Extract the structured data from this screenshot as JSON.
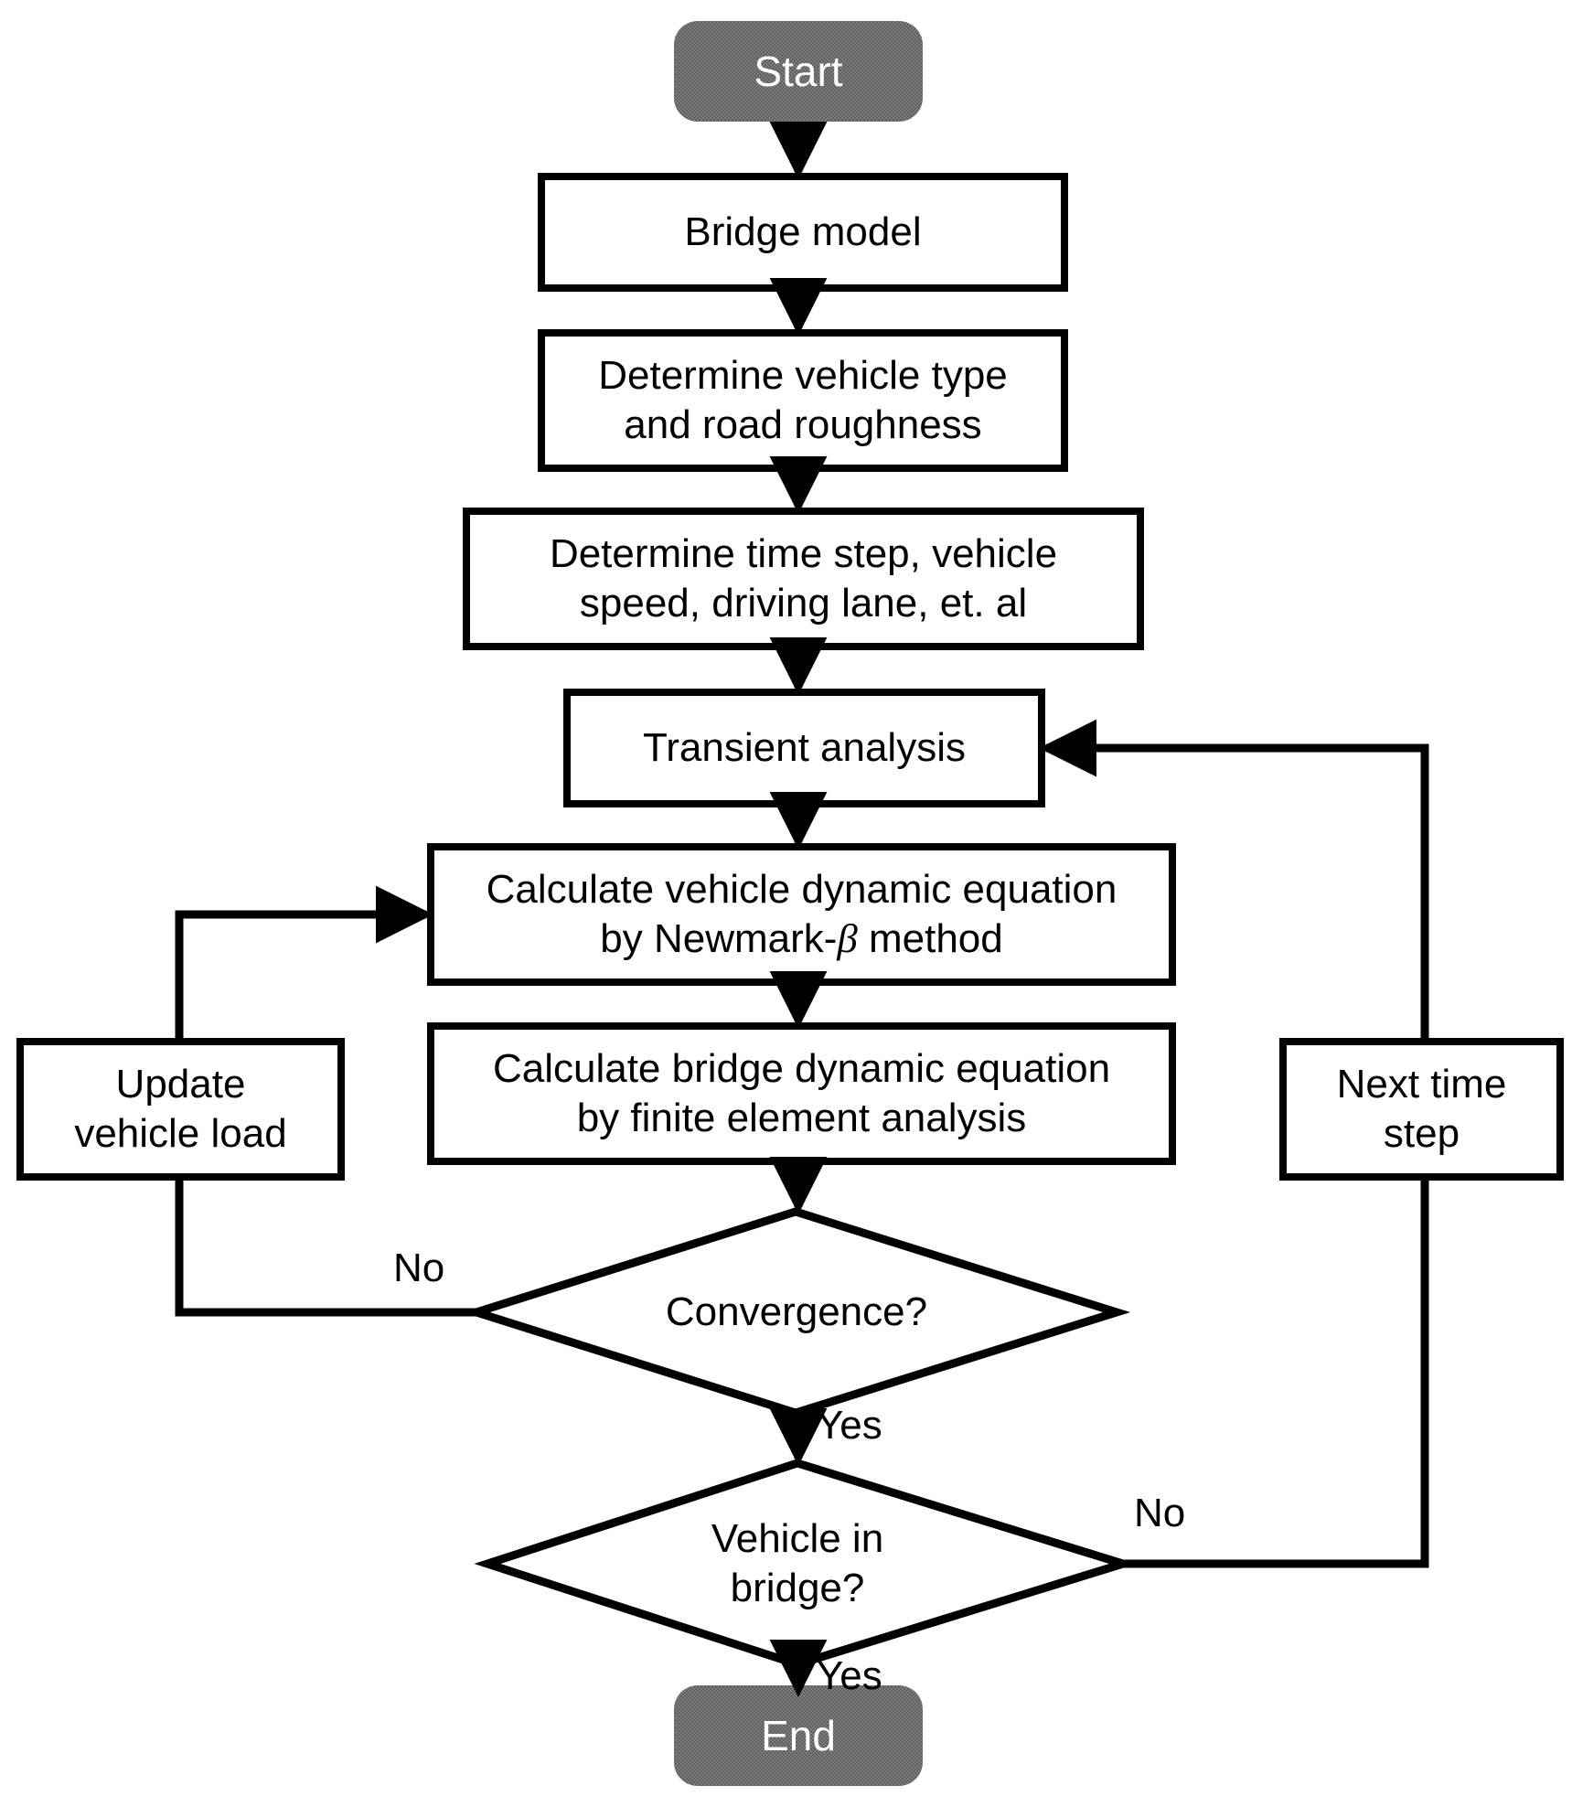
{
  "diagram": {
    "title": "Vehicle-bridge coupled dynamic analysis flowchart",
    "type": "flowchart",
    "colors": {
      "stroke": "#000000",
      "background": "#ffffff",
      "terminator_fill": "#6b6b6b",
      "terminator_text": "#ffffff",
      "process_fill": "#ffffff",
      "process_text": "#000000"
    },
    "nodes": [
      {
        "id": "start",
        "shape": "terminator",
        "label": "Start"
      },
      {
        "id": "bridge",
        "shape": "process",
        "label": "Bridge model"
      },
      {
        "id": "vehtype",
        "shape": "process",
        "label": "Determine vehicle type\nand road roughness"
      },
      {
        "id": "timestep",
        "shape": "process",
        "label": "Determine time step, vehicle\nspeed, driving lane, et. al"
      },
      {
        "id": "transient",
        "shape": "process",
        "label": "Transient analysis"
      },
      {
        "id": "vehcalc",
        "shape": "process",
        "label": "Calculate vehicle dynamic equation\nby Newmark-β method",
        "label_line1": "Calculate vehicle dynamic equation",
        "label_line2_pre": "by Newmark-",
        "label_line2_sym": "β",
        "label_line2_post": " method"
      },
      {
        "id": "bridgecalc",
        "shape": "process",
        "label": "Calculate bridge dynamic equation\nby finite element analysis"
      },
      {
        "id": "update",
        "shape": "process",
        "label": "Update\nvehicle load"
      },
      {
        "id": "nextstep",
        "shape": "process",
        "label": "Next time\nstep"
      },
      {
        "id": "converge",
        "shape": "decision",
        "label": "Convergence?"
      },
      {
        "id": "inbridge",
        "shape": "decision",
        "label": "Vehicle in\nbridge?"
      },
      {
        "id": "end",
        "shape": "terminator",
        "label": "End"
      }
    ],
    "edge_labels": {
      "converge_no": "No",
      "converge_yes": "Yes",
      "inbridge_no": "No",
      "inbridge_yes": "Yes"
    },
    "edges": [
      {
        "from": "start",
        "to": "bridge",
        "label": ""
      },
      {
        "from": "bridge",
        "to": "vehtype",
        "label": ""
      },
      {
        "from": "vehtype",
        "to": "timestep",
        "label": ""
      },
      {
        "from": "timestep",
        "to": "transient",
        "label": ""
      },
      {
        "from": "transient",
        "to": "vehcalc",
        "label": ""
      },
      {
        "from": "vehcalc",
        "to": "bridgecalc",
        "label": ""
      },
      {
        "from": "bridgecalc",
        "to": "converge",
        "label": ""
      },
      {
        "from": "converge",
        "to": "update",
        "label": "No"
      },
      {
        "from": "update",
        "to": "vehcalc",
        "label": ""
      },
      {
        "from": "converge",
        "to": "inbridge",
        "label": "Yes"
      },
      {
        "from": "inbridge",
        "to": "nextstep",
        "label": "No"
      },
      {
        "from": "nextstep",
        "to": "transient",
        "label": ""
      },
      {
        "from": "inbridge",
        "to": "end",
        "label": "Yes"
      }
    ]
  }
}
